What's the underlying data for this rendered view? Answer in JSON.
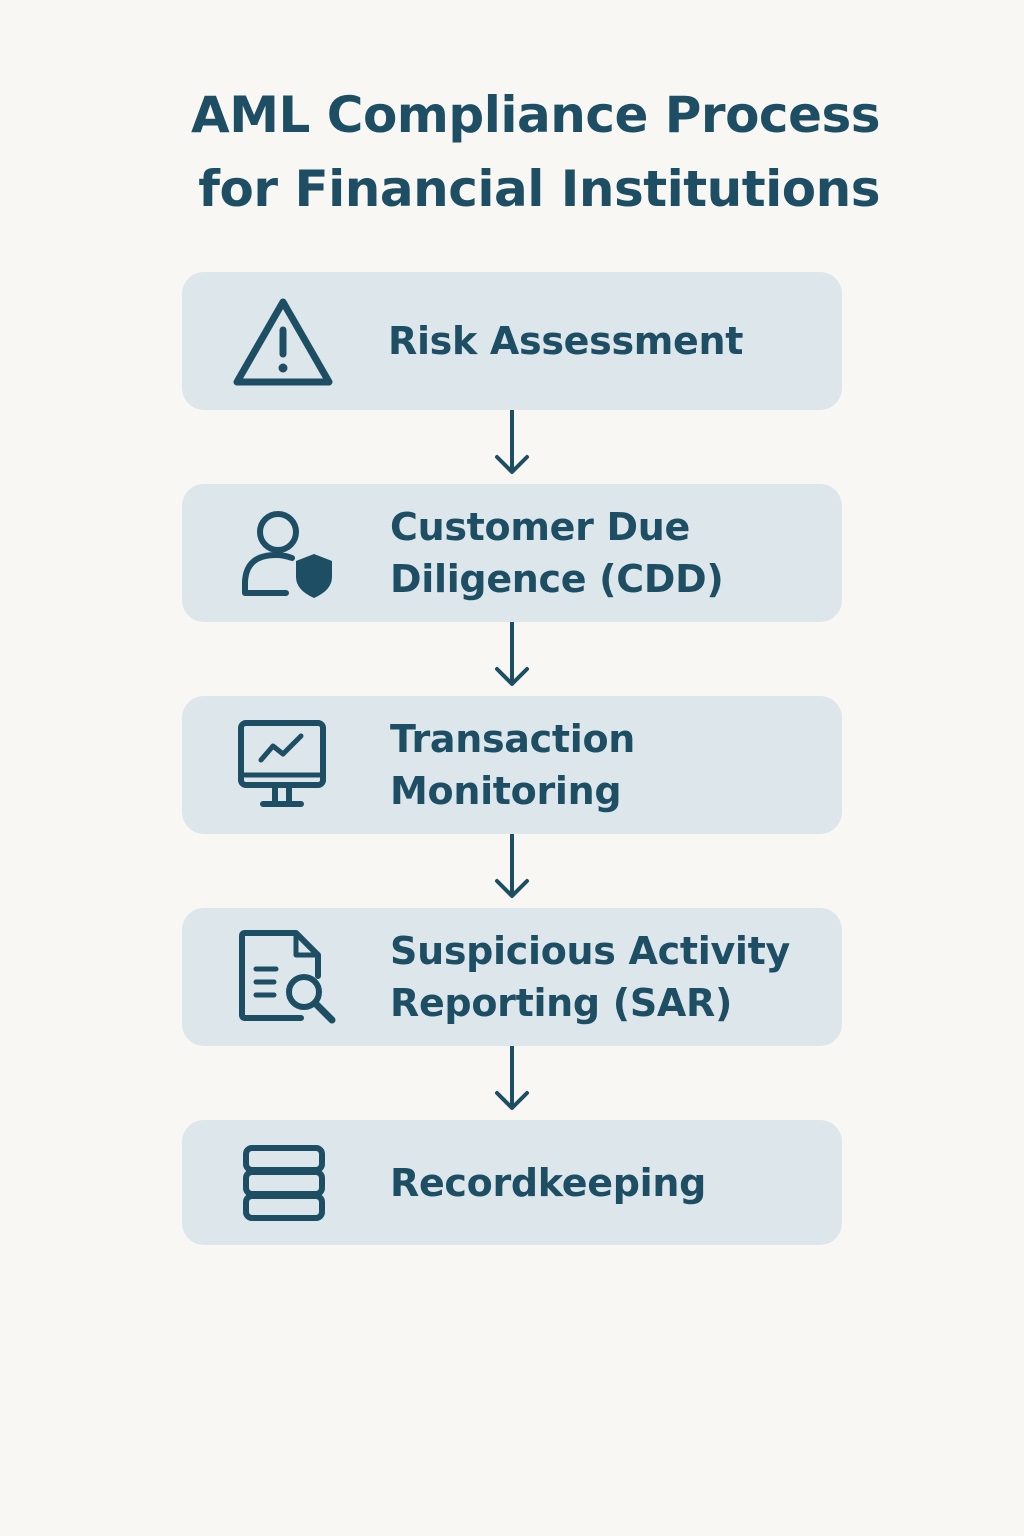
{
  "title": {
    "line1": "AML Compliance Process",
    "line2": "for Financial Institutions"
  },
  "steps": [
    {
      "label": "Risk Assessment",
      "icon": "warning-triangle-icon"
    },
    {
      "label": "Customer Due Diligence (CDD)",
      "icon": "user-shield-icon"
    },
    {
      "label": "Transaction Monitoring",
      "icon": "monitor-chart-icon"
    },
    {
      "label": "Suspicious Activity Reporting (SAR)",
      "icon": "document-search-icon"
    },
    {
      "label": "Recordkeeping",
      "icon": "database-icon"
    }
  ],
  "colors": {
    "background": "#f8f7f3",
    "card": "#dce6eb",
    "accent": "#1d4e63"
  }
}
